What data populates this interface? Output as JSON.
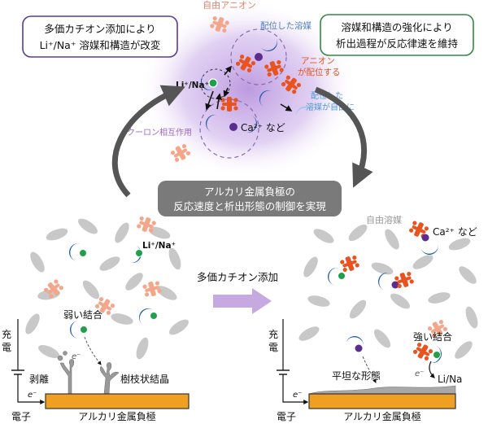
{
  "boxes": {
    "top_left": [
      "多価カチオン添加により",
      "Li⁺/Na⁺ 溶媒和構造が改変"
    ],
    "top_right": [
      "溶媒和構造の強化により",
      "析出過程が反応律速を維持"
    ],
    "center": [
      "アルカリ金属負極の",
      "反応速度と析出形態の制御を実現"
    ]
  },
  "top_labels": {
    "free_anion": "自由アニオン",
    "coord_solvent": "配位した溶媒",
    "anion_coord": [
      "アニオン",
      "が配位する"
    ],
    "li_na": "Li⁺/Na⁺",
    "coulomb": "クーロン相互作用",
    "ca": "Ca²⁺ など",
    "coord_solvent_free": [
      "配位した",
      "溶媒が自由に"
    ]
  },
  "left": {
    "li_na": "Li⁺/Na⁺",
    "weak": "弱い結合",
    "electron": "e⁻",
    "peel": "剥離",
    "dendrite": "樹枝状結晶",
    "charge": [
      "充",
      "電"
    ],
    "electron_wire": "e⁻",
    "electron_label": "電子",
    "anode": "アルカリ金属負極"
  },
  "middle": {
    "arrow_label": "多価カチオン添加"
  },
  "right": {
    "free_solvent": "自由溶媒",
    "ca": "Ca²⁺ など",
    "strong": "強い結合",
    "flat": "平坦な形態",
    "electron": "e⁻",
    "li_na": "Li/Na",
    "charge": [
      "充",
      "電"
    ],
    "electron_wire": "e⁻",
    "electron_label": "電子",
    "anode": "アルカリ金属負極"
  },
  "colors": {
    "purple": "#4b2a87",
    "green": "#1f7a3a",
    "anion": "#e8531f",
    "anion_light": "#f4a68a",
    "solvent": "#c8c8c8",
    "blue": "#1f5fae",
    "anode": "#f0a020",
    "glow": "#c9a8e6",
    "ion": "#20a04a",
    "ca": "#5b2d8e"
  }
}
